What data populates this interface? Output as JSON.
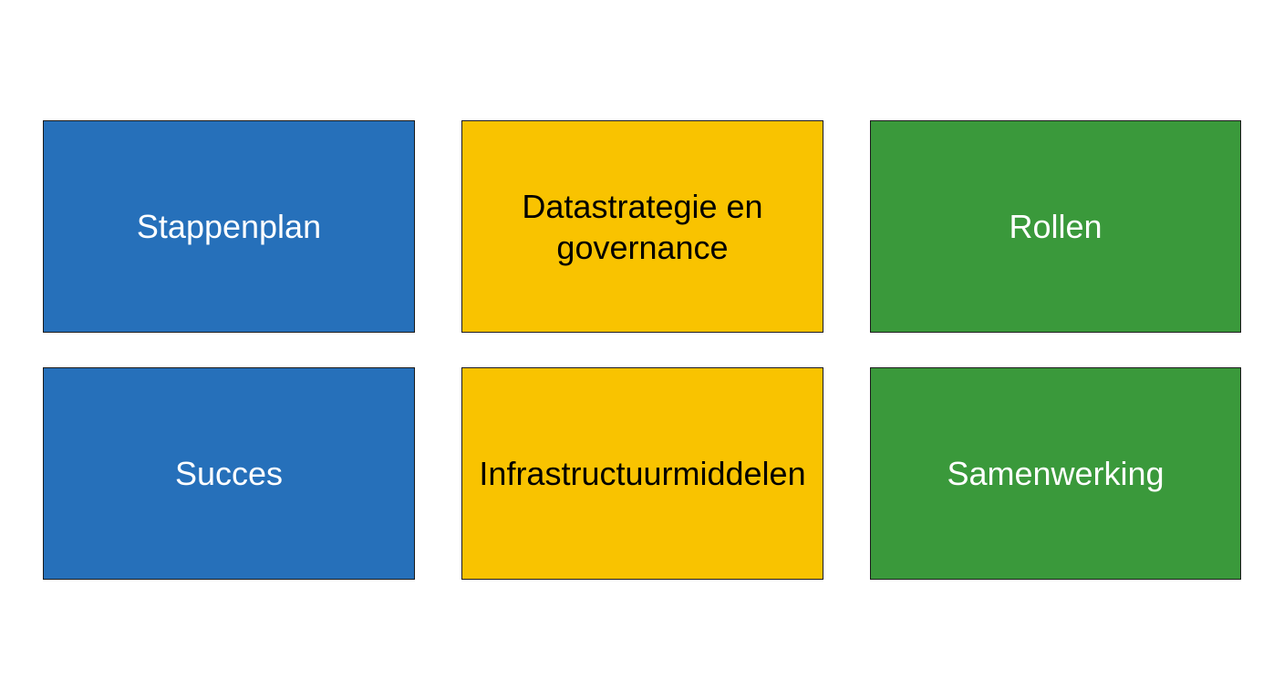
{
  "tiles": [
    {
      "id": "stappenplan",
      "label": "Stappenplan",
      "bg": "#2670BA",
      "fg": "#FFFFFF"
    },
    {
      "id": "datastrategie",
      "label": "Datastrategie en\ngovernance",
      "bg": "#F9C300",
      "fg": "#000000"
    },
    {
      "id": "rollen",
      "label": "Rollen",
      "bg": "#3A993B",
      "fg": "#FFFFFF"
    },
    {
      "id": "succes",
      "label": "Succes",
      "bg": "#2670BA",
      "fg": "#FFFFFF"
    },
    {
      "id": "infrastructuurmiddelen",
      "label": "Infrastructuurmiddelen",
      "bg": "#F9C300",
      "fg": "#000000"
    },
    {
      "id": "samenwerking",
      "label": "Samenwerking",
      "bg": "#3A993B",
      "fg": "#FFFFFF"
    }
  ]
}
